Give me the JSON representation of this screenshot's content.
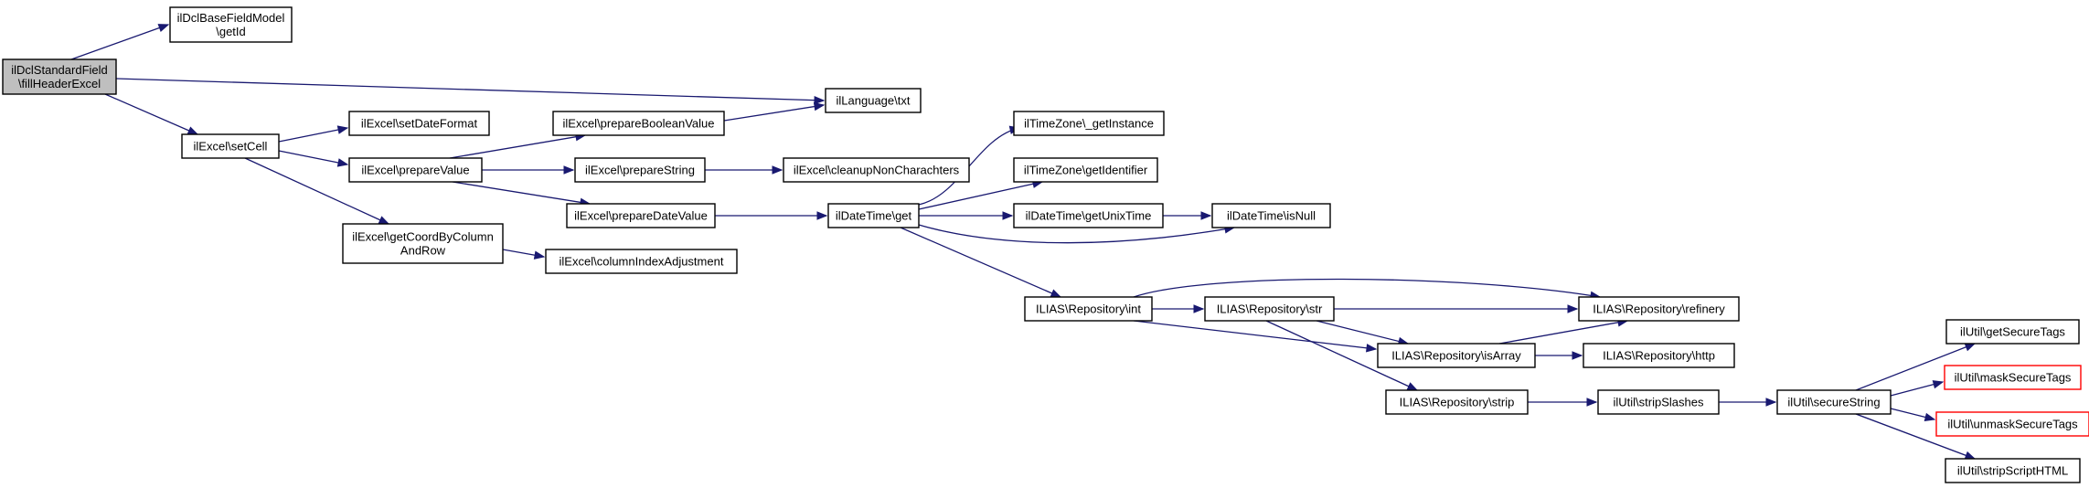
{
  "nodes": {
    "root": [
      "ilDclStandardField",
      "\\fillHeaderExcel"
    ],
    "getId": [
      "ilDclBaseFieldModel",
      "\\getId"
    ],
    "txt": [
      "ilLanguage\\txt"
    ],
    "setCell": [
      "ilExcel\\setCell"
    ],
    "setDateFormat": [
      "ilExcel\\setDateFormat"
    ],
    "prepareValue": [
      "ilExcel\\prepareValue"
    ],
    "getCoordByColumnAndRow": [
      "ilExcel\\getCoordByColumn",
      "AndRow"
    ],
    "prepareBooleanValue": [
      "ilExcel\\prepareBooleanValue"
    ],
    "prepareString": [
      "ilExcel\\prepareString"
    ],
    "prepareDateValue": [
      "ilExcel\\prepareDateValue"
    ],
    "columnIndexAdjustment": [
      "ilExcel\\columnIndexAdjustment"
    ],
    "cleanupNonCharachters": [
      "ilExcel\\cleanupNonCharachters"
    ],
    "dateTimeGet": [
      "ilDateTime\\get"
    ],
    "getInstance": [
      "ilTimeZone\\_getInstance"
    ],
    "getIdentifier": [
      "ilTimeZone\\getIdentifier"
    ],
    "getUnixTime": [
      "ilDateTime\\getUnixTime"
    ],
    "isNull": [
      "ilDateTime\\isNull"
    ],
    "repoInt": [
      "ILIAS\\Repository\\int"
    ],
    "repoStr": [
      "ILIAS\\Repository\\str"
    ],
    "repoRefinery": [
      "ILIAS\\Repository\\refinery"
    ],
    "repoIsArray": [
      "ILIAS\\Repository\\isArray"
    ],
    "repoHttp": [
      "ILIAS\\Repository\\http"
    ],
    "repoStrip": [
      "ILIAS\\Repository\\strip"
    ],
    "stripSlashes": [
      "ilUtil\\stripSlashes"
    ],
    "secureString": [
      "ilUtil\\secureString"
    ],
    "getSecureTags": [
      "ilUtil\\getSecureTags"
    ],
    "maskSecureTags": [
      "ilUtil\\maskSecureTags"
    ],
    "unmaskSecureTags": [
      "ilUtil\\unmaskSecureTags"
    ],
    "stripScriptHTML": [
      "ilUtil\\stripScriptHTML"
    ]
  },
  "colors": {
    "edge": "#191970",
    "root_fill": "#bfbfbf",
    "node_border": "#000000",
    "external_border": "#ff0000"
  }
}
